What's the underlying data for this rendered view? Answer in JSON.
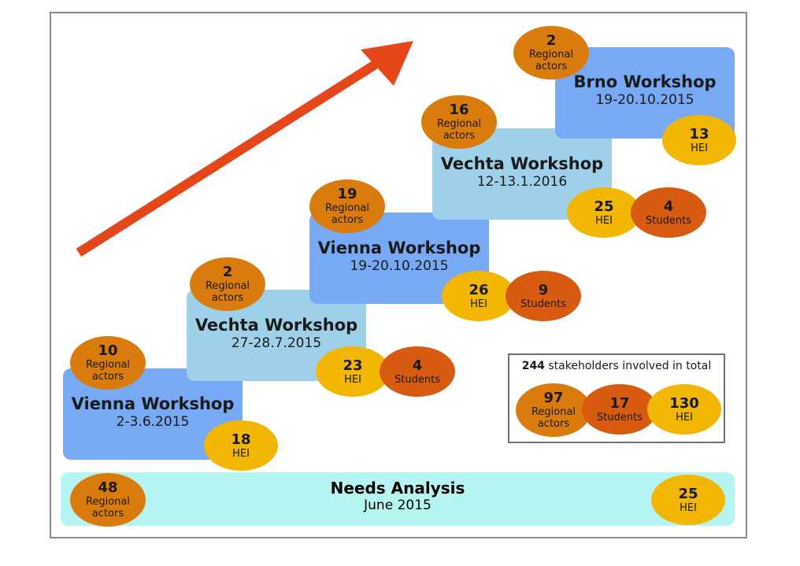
{
  "needs": {
    "title": "Needs Analysis",
    "date": "June 2015",
    "regional": "48",
    "regional_label1": "Regional",
    "regional_label2": "actors",
    "hei": "25",
    "hei_label": "HEI"
  },
  "stage1": {
    "title": "Vienna Workshop",
    "date": "2-3.6.2015",
    "regional": "10",
    "hei": "18"
  },
  "stage2": {
    "title": "Vechta Workshop",
    "date": "27-28.7.2015",
    "regional": "2",
    "hei": "23",
    "students": "4"
  },
  "stage3": {
    "title": "Vienna Workshop",
    "date": "19-20.10.2015",
    "regional": "19",
    "hei": "26",
    "students": "9"
  },
  "stage4": {
    "title": "Vechta Workshop",
    "date": "12-13.1.2016",
    "regional": "16",
    "hei": "25",
    "students": "4"
  },
  "stage5": {
    "title": "Brno Workshop",
    "date": "19-20.10.2015",
    "regional": "2",
    "hei": "13"
  },
  "labels": {
    "regional1": "Regional",
    "regional2": "actors",
    "hei": "HEI",
    "students": "Students"
  },
  "total": {
    "count": "244",
    "caption": "stakeholders involved in total",
    "regional": "97",
    "students": "17",
    "hei": "130"
  },
  "colors": {
    "blue_box": "#78a9f4",
    "light_box": "#9fd0ea",
    "needs_box": "#b6f4f2",
    "regional": "#d97b0d",
    "hei": "#f2b704",
    "students": "#d85b12",
    "arrow": "#e5461a"
  }
}
